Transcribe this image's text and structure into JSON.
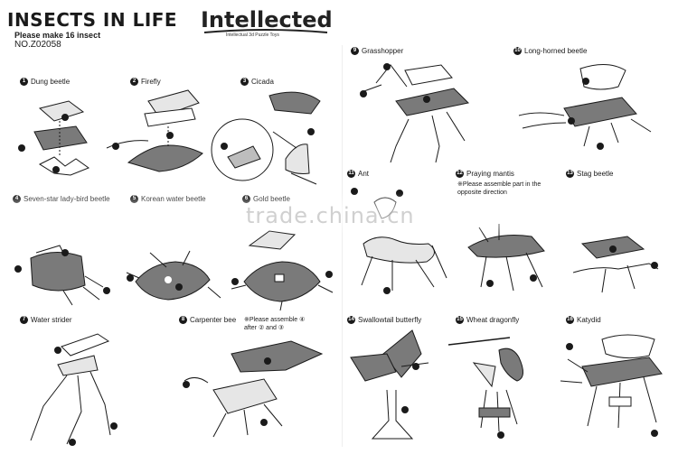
{
  "header": {
    "title": "INSECTS IN LIFE",
    "subtitle": "Please make 16 insect",
    "product_no": "NO.Z02058",
    "logo": "Intellected",
    "logo_tagline": "Intellectual 3d Puzzle Toys"
  },
  "insects": [
    {
      "no": "1",
      "name": "Dung beetle"
    },
    {
      "no": "2",
      "name": "Firefly"
    },
    {
      "no": "3",
      "name": "Cicada"
    },
    {
      "no": "4",
      "name": "Seven-star lady-bird beetle"
    },
    {
      "no": "5",
      "name": "Korean water beetle"
    },
    {
      "no": "6",
      "name": "Gold beetle"
    },
    {
      "no": "7",
      "name": "Water strider"
    },
    {
      "no": "8",
      "name": "Carpenter bee",
      "note": "※Please assemble ④ after ② and ③"
    },
    {
      "no": "9",
      "name": "Grasshopper"
    },
    {
      "no": "10",
      "name": "Long-horned beetle"
    },
    {
      "no": "11",
      "name": "Ant"
    },
    {
      "no": "12",
      "name": "Praying mantis",
      "note": "※Please assemble part in the opposite direction"
    },
    {
      "no": "13",
      "name": "Stag beetle"
    },
    {
      "no": "14",
      "name": "Swallowtail butterfly"
    },
    {
      "no": "15",
      "name": "Wheat dragonfly"
    },
    {
      "no": "16",
      "name": "Katydid"
    }
  ],
  "watermark": "trade.china.cn",
  "colors": {
    "ink": "#1a1a1a",
    "part_fill": "#7a7a7a",
    "part_light": "#d8d8d8"
  }
}
